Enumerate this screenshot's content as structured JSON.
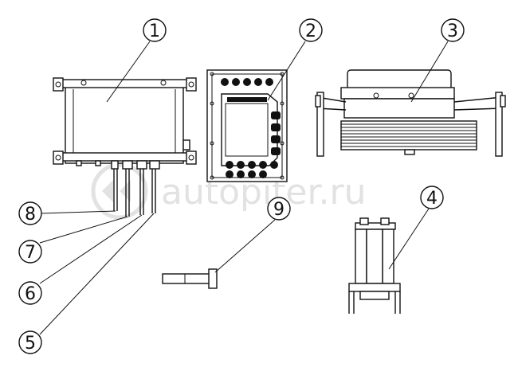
{
  "watermark": "autopiter.ru",
  "callouts": [
    {
      "id": "1",
      "label": "1"
    },
    {
      "id": "2",
      "label": "2"
    },
    {
      "id": "3",
      "label": "3"
    },
    {
      "id": "4",
      "label": "4"
    },
    {
      "id": "5",
      "label": "5"
    },
    {
      "id": "6",
      "label": "6"
    },
    {
      "id": "7",
      "label": "7"
    },
    {
      "id": "8",
      "label": "8"
    },
    {
      "id": "9",
      "label": "9"
    }
  ]
}
